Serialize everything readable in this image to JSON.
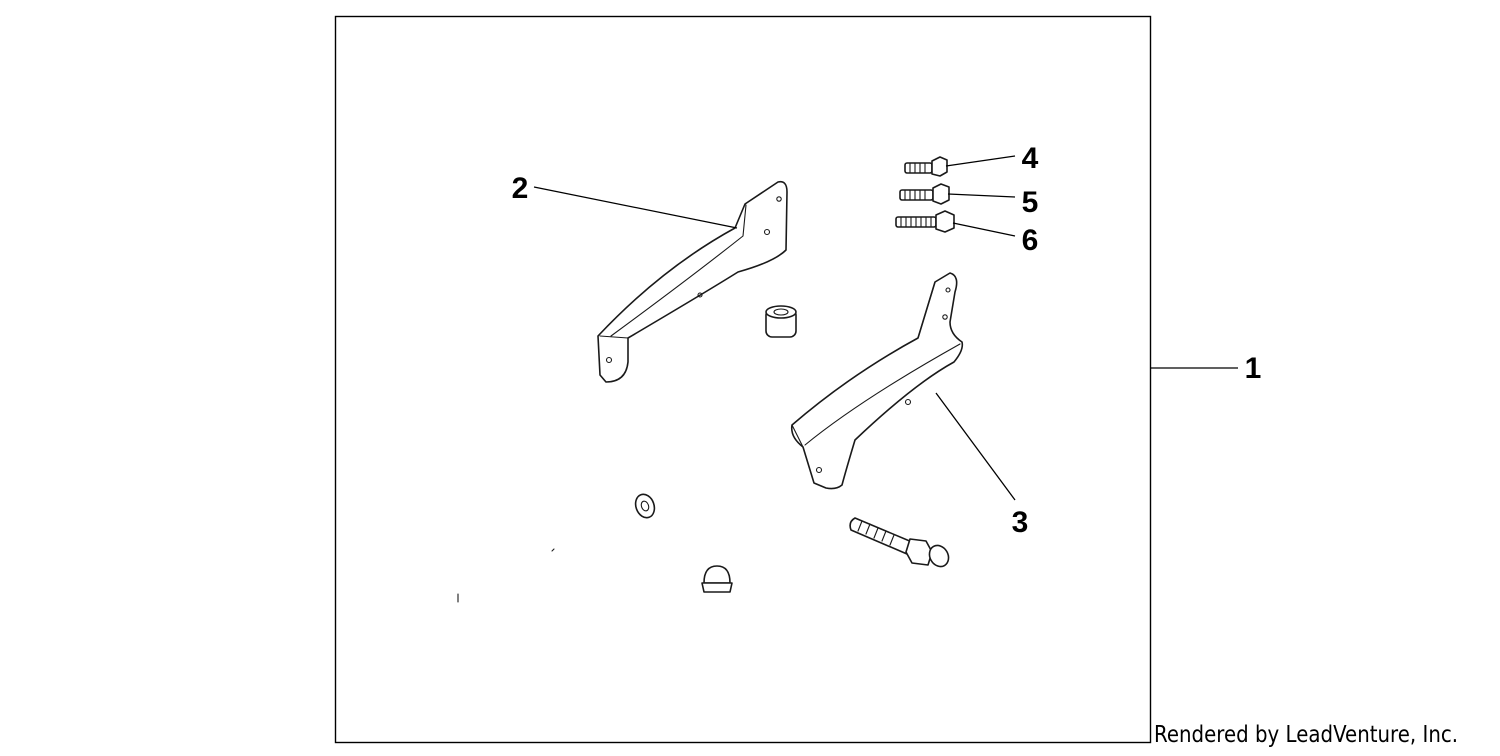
{
  "diagram": {
    "callouts": {
      "c1": "1",
      "c2": "2",
      "c3": "3",
      "c4": "4",
      "c5": "5",
      "c6": "6"
    },
    "credit": "Rendered by LeadVenture, Inc."
  },
  "colors": {
    "line": "#000000",
    "background": "#ffffff"
  }
}
